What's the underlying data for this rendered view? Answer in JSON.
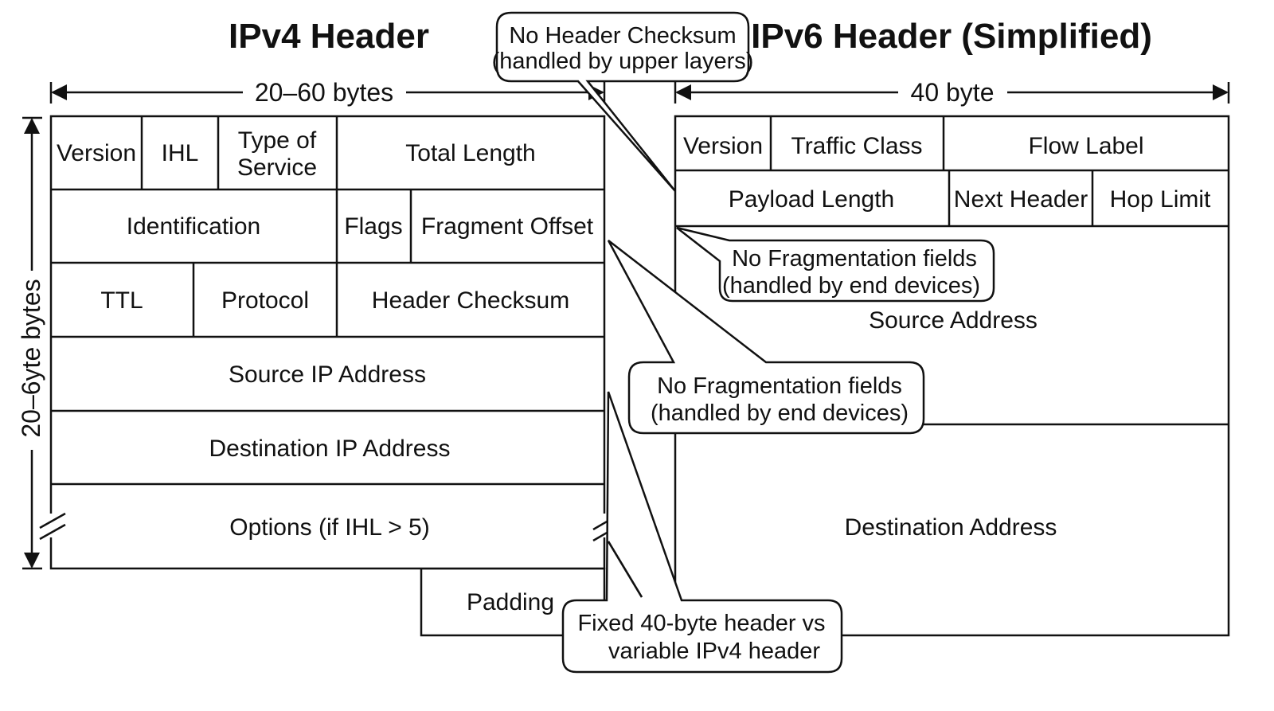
{
  "ipv4": {
    "title": "IPv4 Header",
    "width_label": "20–60 bytes",
    "height_label": "20–6yte bytes",
    "rows": [
      [
        {
          "name": "version",
          "label": "Version"
        },
        {
          "name": "ihl",
          "label": "IHL"
        },
        {
          "name": "tos",
          "label": "Type of Service",
          "lines": [
            "Type of",
            "Service"
          ]
        },
        {
          "name": "total-length",
          "label": "Total Length"
        }
      ],
      [
        {
          "name": "identification",
          "label": "Identification"
        },
        {
          "name": "flags",
          "label": "Flags"
        },
        {
          "name": "fragment-offset",
          "label": "Fragment Offset"
        }
      ],
      [
        {
          "name": "ttl",
          "label": "TTL"
        },
        {
          "name": "protocol",
          "label": "Protocol"
        },
        {
          "name": "header-checksum",
          "label": "Header Checksum"
        }
      ],
      [
        {
          "name": "source-ip",
          "label": "Source IP Address"
        }
      ],
      [
        {
          "name": "destination-ip",
          "label": "Destination IP Address"
        }
      ],
      [
        {
          "name": "options",
          "label": "Options (if IHL > 5)"
        }
      ]
    ],
    "padding_label": "Padding"
  },
  "ipv6": {
    "title": "IPv6 Header (Simplified)",
    "width_label": "40 byte",
    "rows": [
      [
        {
          "name": "version",
          "label": "Version"
        },
        {
          "name": "traffic-class",
          "label": "Traffic Class"
        },
        {
          "name": "flow-label",
          "label": "Flow Label"
        }
      ],
      [
        {
          "name": "payload-length",
          "label": "Payload Length"
        },
        {
          "name": "next-header",
          "label": "Next Header"
        },
        {
          "name": "hop-limit",
          "label": "Hop Limit"
        }
      ],
      [
        {
          "name": "source-address",
          "label": "Source Address"
        }
      ],
      [
        {
          "name": "destination-address",
          "label": "Destination Address"
        }
      ]
    ]
  },
  "callouts": {
    "no_checksum": [
      "No Header Checksum",
      "(handled by upper layers)"
    ],
    "no_frag_ipv6": [
      "No Fragmentation fields",
      "(handled by end devices)"
    ],
    "no_frag_middle": [
      "No Fragmentation fields",
      "(handled by end devices)"
    ],
    "fixed_header": [
      "Fixed 40-byte header vs",
      "variable IPv4 header"
    ]
  }
}
